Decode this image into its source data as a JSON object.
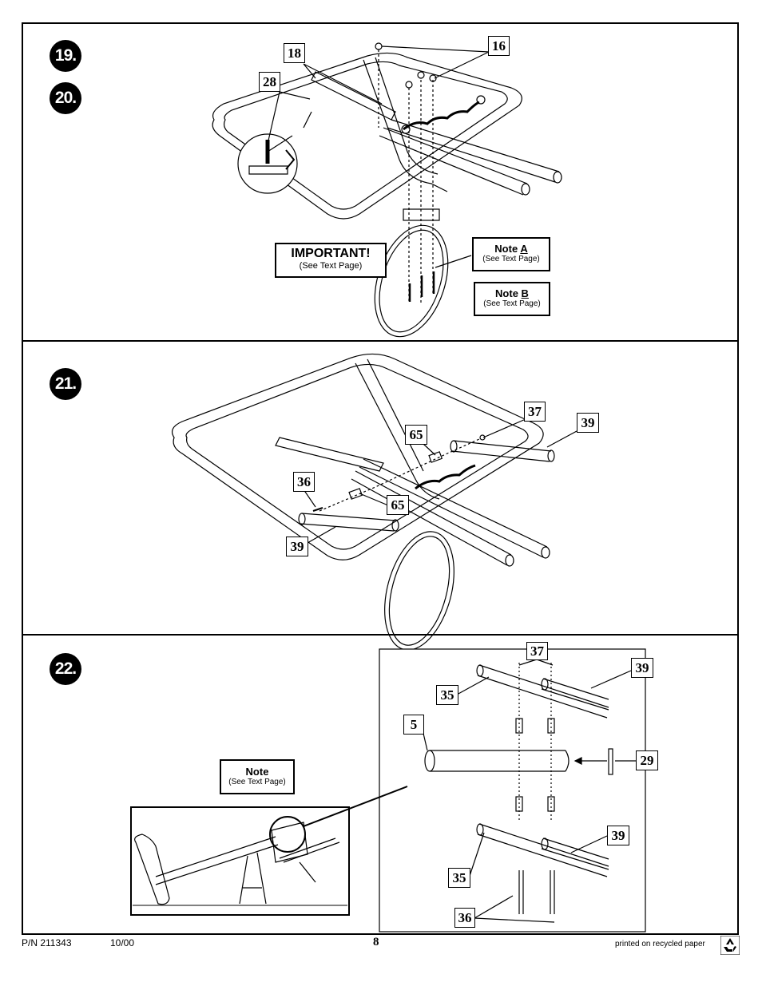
{
  "steps": {
    "s19": "19.",
    "s20": "20.",
    "s21": "21.",
    "s22": "22."
  },
  "callouts": {
    "c18": "18",
    "c16": "16",
    "c28": "28",
    "c37a": "37",
    "c39a": "39",
    "c65a": "65",
    "c36a": "36",
    "c65b": "65",
    "c39b": "39",
    "c37b": "37",
    "c39c": "39",
    "c35a": "35",
    "c5": "5",
    "c29": "29",
    "c39d": "39",
    "c35b": "35",
    "c36b": "36"
  },
  "notes": {
    "important_title": "IMPORTANT!",
    "important_sub": "(See Text Page)",
    "noteA_prefix": "Note ",
    "noteA_letter": "A",
    "noteA_sub": "(See Text Page)",
    "noteB_prefix": "Note ",
    "noteB_letter": "B",
    "noteB_sub": "(See Text Page)",
    "note22_title": "Note",
    "note22_sub": "(See Text Page)"
  },
  "footer": {
    "part_number": "P/N 211343",
    "date": "10/00",
    "page": "8",
    "recycled": "printed on recycled paper"
  },
  "icons": {
    "recycle": "recycle-icon"
  }
}
